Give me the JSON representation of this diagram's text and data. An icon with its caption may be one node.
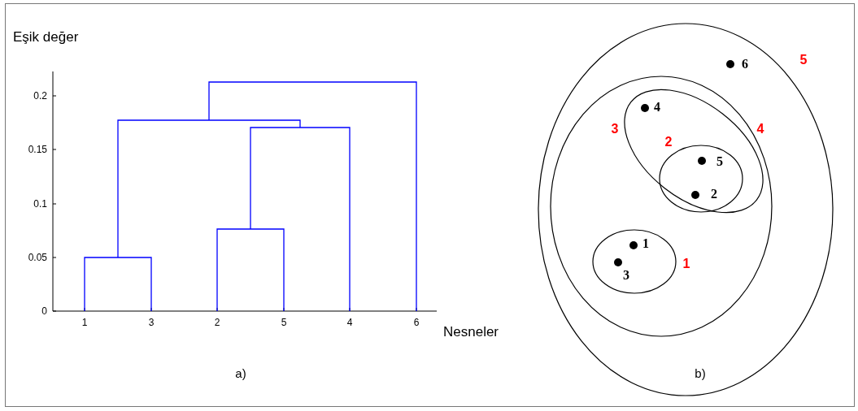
{
  "diagram": {
    "nodes": [
      {
        "text": [
          "5"
        ]
      },
      {
        "text": [
          "4"
        ],
        "in": 0
      },
      {
        "text": [
          "3"
        ],
        "in": 1
      },
      {
        "text": [
          "2"
        ],
        "in": 2
      },
      {
        "text": [],
        "shape": "circle",
        "beside": [
          "5"
        ],
        "in": 3
      },
      {
        "text": [],
        "shape": "circle",
        "beside": [
          "2"
        ],
        "in": 3
      },
      {
        "text": [],
        "shape": "circle",
        "beside": [
          "4"
        ],
        "in": 2
      },
      {
        "text": [
          "1"
        ],
        "in": 1
      },
      {
        "text": [],
        "shape": "circle",
        "beside": [
          "1"
        ],
        "in": 7
      },
      {
        "text": [],
        "shape": "circle",
        "beside": [
          "3"
        ],
        "in": 7
      },
      {
        "text": [],
        "shape": "circle",
        "beside": [
          "6"
        ],
        "in": 0
      }
    ],
    "edges": [],
    "labels": [
      "Eşik değer",
      "0.2",
      "0.15",
      "0.1",
      "0.05",
      "0",
      "1",
      "3",
      "2",
      "5",
      "4",
      "6",
      "Nesneler",
      "a)",
      "b)"
    ]
  }
}
